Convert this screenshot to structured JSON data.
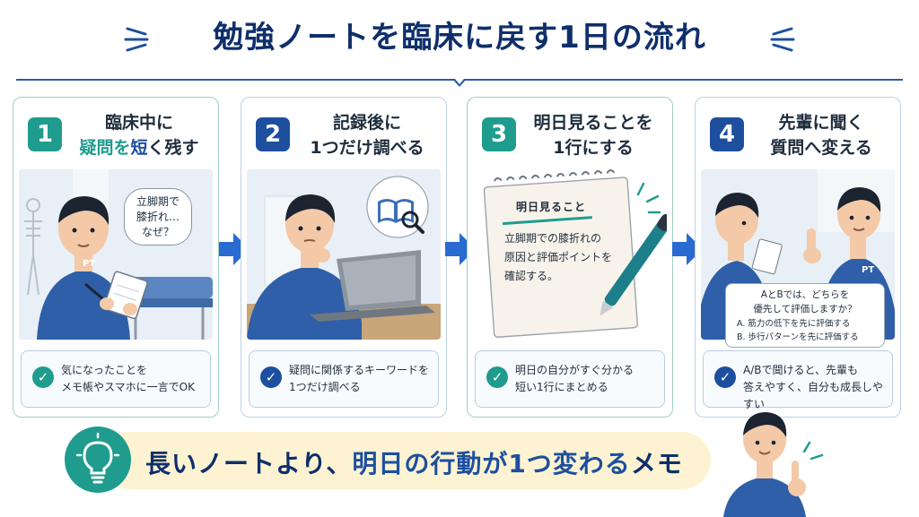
{
  "header": {
    "title": "勉強ノートを臨床に戻す1日の流れ"
  },
  "colors": {
    "navy": "#0f2f6b",
    "blue": "#1d4f9e",
    "teal": "#1f9c8e",
    "cream": "#fdf3d2"
  },
  "steps": [
    {
      "number": "1",
      "title_line1": "臨床中に",
      "title_line2_a": "疑問を",
      "title_line2_b": "短",
      "title_line2_c": "く残す",
      "bubble": [
        "立脚期で",
        "膝折れ…",
        "なぜ？"
      ],
      "note": [
        "気になったことを",
        "メモ帳やスマホに一言でOK"
      ],
      "icon": "check-icon"
    },
    {
      "number": "2",
      "title_line1": "記録後に",
      "title_line2": "1つだけ調べる",
      "note": [
        "疑問に関係するキーワードを",
        "1つだけ調べる"
      ],
      "icon": "check-icon"
    },
    {
      "number": "3",
      "title_line1": "明日見ることを",
      "title_line2": "1行にする",
      "memo_label": "明日見ること",
      "memo_text": [
        "立脚期での膝折れの",
        "原因と評価ポイントを",
        "確認する。"
      ],
      "note": [
        "明日の自分がすぐ分かる",
        "短い1行にまとめる"
      ],
      "icon": "check-icon"
    },
    {
      "number": "4",
      "title_line1": "先輩に聞く",
      "title_line2": "質問へ変える",
      "question": [
        "AとBでは、どちらを",
        "優先して評価しますか？"
      ],
      "option_a": "A. 筋力の低下を先に評価する",
      "option_b": "B. 歩行パターンを先に評価する",
      "note": [
        "A/Bで聞けると、先輩も",
        "答えやすく、自分も成長しやすい"
      ],
      "icon": "check-icon"
    }
  ],
  "shirt_label": "PT",
  "footer": {
    "text_a": "長いノートより、",
    "text_b": "明日の行動が1つ変わる",
    "text_c": "メモ",
    "icon": "lightbulb-icon"
  }
}
